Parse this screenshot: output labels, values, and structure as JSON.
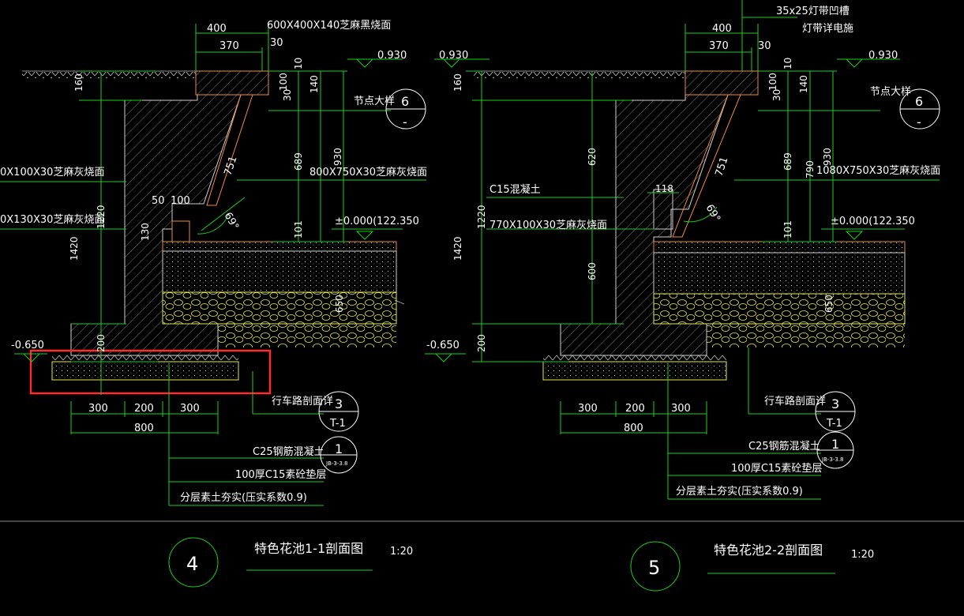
{
  "left": {
    "dims_top": [
      "400",
      "370",
      "30"
    ],
    "cap_note": "600X400X140芝麻黑烧面",
    "v_dims": [
      "10",
      "100",
      "30",
      "140",
      "689",
      "930",
      "101"
    ],
    "elev_top": "0.930",
    "detail_label": "节点大样",
    "detail_num": "6",
    "detail_sub": "-",
    "dim_751": "751",
    "angle": "69°",
    "stone_note_1": "0X100X30芝麻灰烧面",
    "stone_note_2": "0X130X30芝麻灰烧面",
    "stone_note_3": "800X750X30芝麻灰烧面",
    "dim_50": "50",
    "dim_100": "100",
    "dim_130": "130",
    "dim_160": "160",
    "dim_1220": "1220",
    "dim_1420": "1420",
    "dim_200": "200",
    "dim_650": "650",
    "elev_zero": "±0.000(122.350",
    "elev_bottom": "-0.650",
    "road_note": "行车路剖面详",
    "road_num": "3",
    "road_sub": "T-1",
    "foot_dims": [
      "300",
      "200",
      "300"
    ],
    "foot_total": "800",
    "conc_note": "C25钢筋混凝土",
    "conc_num": "1",
    "conc_sub": "JB-3-3.8",
    "pad_note": "100厚C15素砼垫层",
    "soil_note": "分层素土夯实(压实系数0.9)",
    "title_num": "4",
    "title": "特色花池1-1剖面图",
    "scale": "1:20"
  },
  "right": {
    "led_note_1": "35x25灯带凹槽",
    "led_note_2": "灯带详电施",
    "dims_top": [
      "400",
      "370",
      "30"
    ],
    "v_dims": [
      "10",
      "100",
      "30",
      "140",
      "689",
      "790",
      "930",
      "101"
    ],
    "elev_top": "0.930",
    "elev_top_left": "0.930",
    "detail_label": "节点大样",
    "detail_num": "6",
    "detail_sub": "-",
    "dim_751": "751",
    "angle": "69°",
    "dim_118": "118",
    "c15_note": "C15混凝土",
    "stone_note_1": "770X100X30芝麻灰烧面",
    "stone_note_2": "1080X750X30芝麻灰烧面",
    "dim_160": "160",
    "dim_620": "620",
    "dim_1220": "1220",
    "dim_1420": "1420",
    "dim_600": "600",
    "dim_200": "200",
    "dim_650": "650",
    "elev_zero": "±0.000(122.350",
    "elev_bottom": "-0.650",
    "road_note": "行车路剖面详",
    "road_num": "3",
    "road_sub": "T-1",
    "foot_dims": [
      "300",
      "200",
      "300"
    ],
    "foot_total": "800",
    "conc_note": "C25钢筋混凝土",
    "conc_num": "1",
    "conc_sub": "JB-3-3.8",
    "pad_note": "100厚C15素砼垫层",
    "soil_note": "分层素土夯实(压实系数0.9)",
    "title_num": "5",
    "title": "特色花池2-2剖面图",
    "scale": "1:20"
  },
  "colors": {
    "background": "#000000",
    "dimension": "#19d219",
    "text": "#ffffff",
    "stone": "#f08c3c",
    "gravel": "#e8e84a",
    "highlight": "#ff2a2a"
  }
}
